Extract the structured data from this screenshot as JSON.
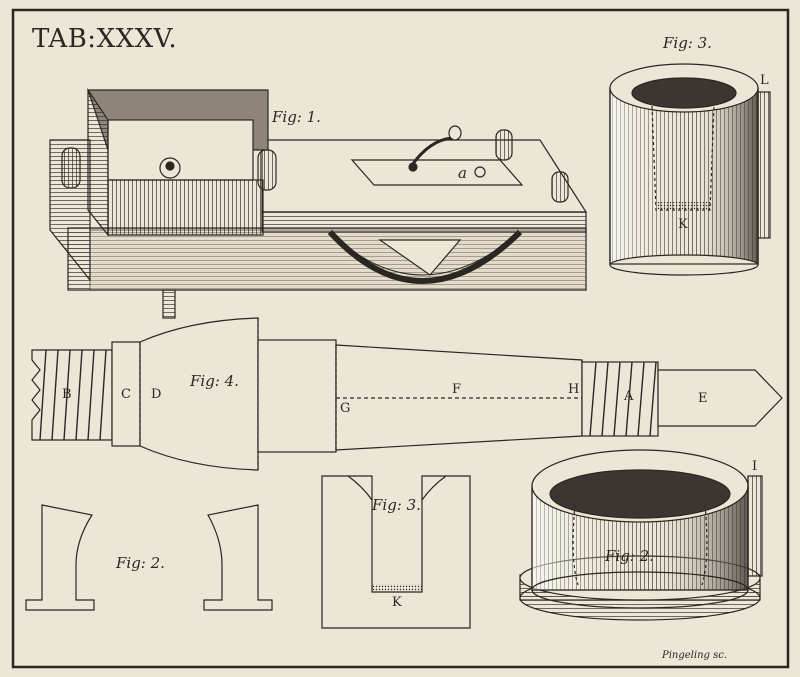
{
  "plate": {
    "title": "TAB:XXXV.",
    "engraver": "Pingeling sc."
  },
  "colors": {
    "paper": "#ece6d6",
    "ink": "#2a2622",
    "shade": "#8d857a",
    "dark": "#3b3631"
  },
  "figures": {
    "fig1": {
      "caption": "Fig: 1.",
      "labels": {
        "a": "a"
      }
    },
    "fig3_cup": {
      "caption": "Fig: 3.",
      "labels": {
        "L": "L",
        "K": "K"
      }
    },
    "fig4": {
      "caption": "Fig: 4.",
      "labels": {
        "B": "B",
        "C": "C",
        "D": "D",
        "G": "G",
        "F": "F",
        "H": "H",
        "A": "A",
        "E": "E"
      }
    },
    "fig2_left": {
      "caption": "Fig: 2."
    },
    "fig3_section": {
      "caption": "Fig: 3.",
      "labels": {
        "K": "K"
      }
    },
    "fig2_cup": {
      "caption": "Fig: 2.",
      "labels": {
        "I": "I"
      }
    }
  }
}
